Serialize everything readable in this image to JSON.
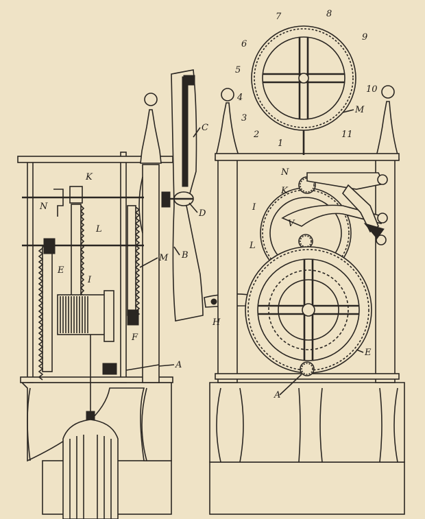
{
  "colors": {
    "paper": "#efe3c6",
    "ink": "#2a2622"
  },
  "left_view": {
    "labels": [
      "K",
      "N",
      "L",
      "M",
      "E",
      "I",
      "F",
      "A",
      "C",
      "D",
      "B",
      "H"
    ]
  },
  "right_view": {
    "dial_numbers": [
      "1",
      "2",
      "3",
      "4",
      "5",
      "6",
      "7",
      "8",
      "9",
      "10",
      "11"
    ],
    "labels": [
      "M",
      "N",
      "K",
      "I",
      "V",
      "L",
      "E",
      "A"
    ]
  }
}
